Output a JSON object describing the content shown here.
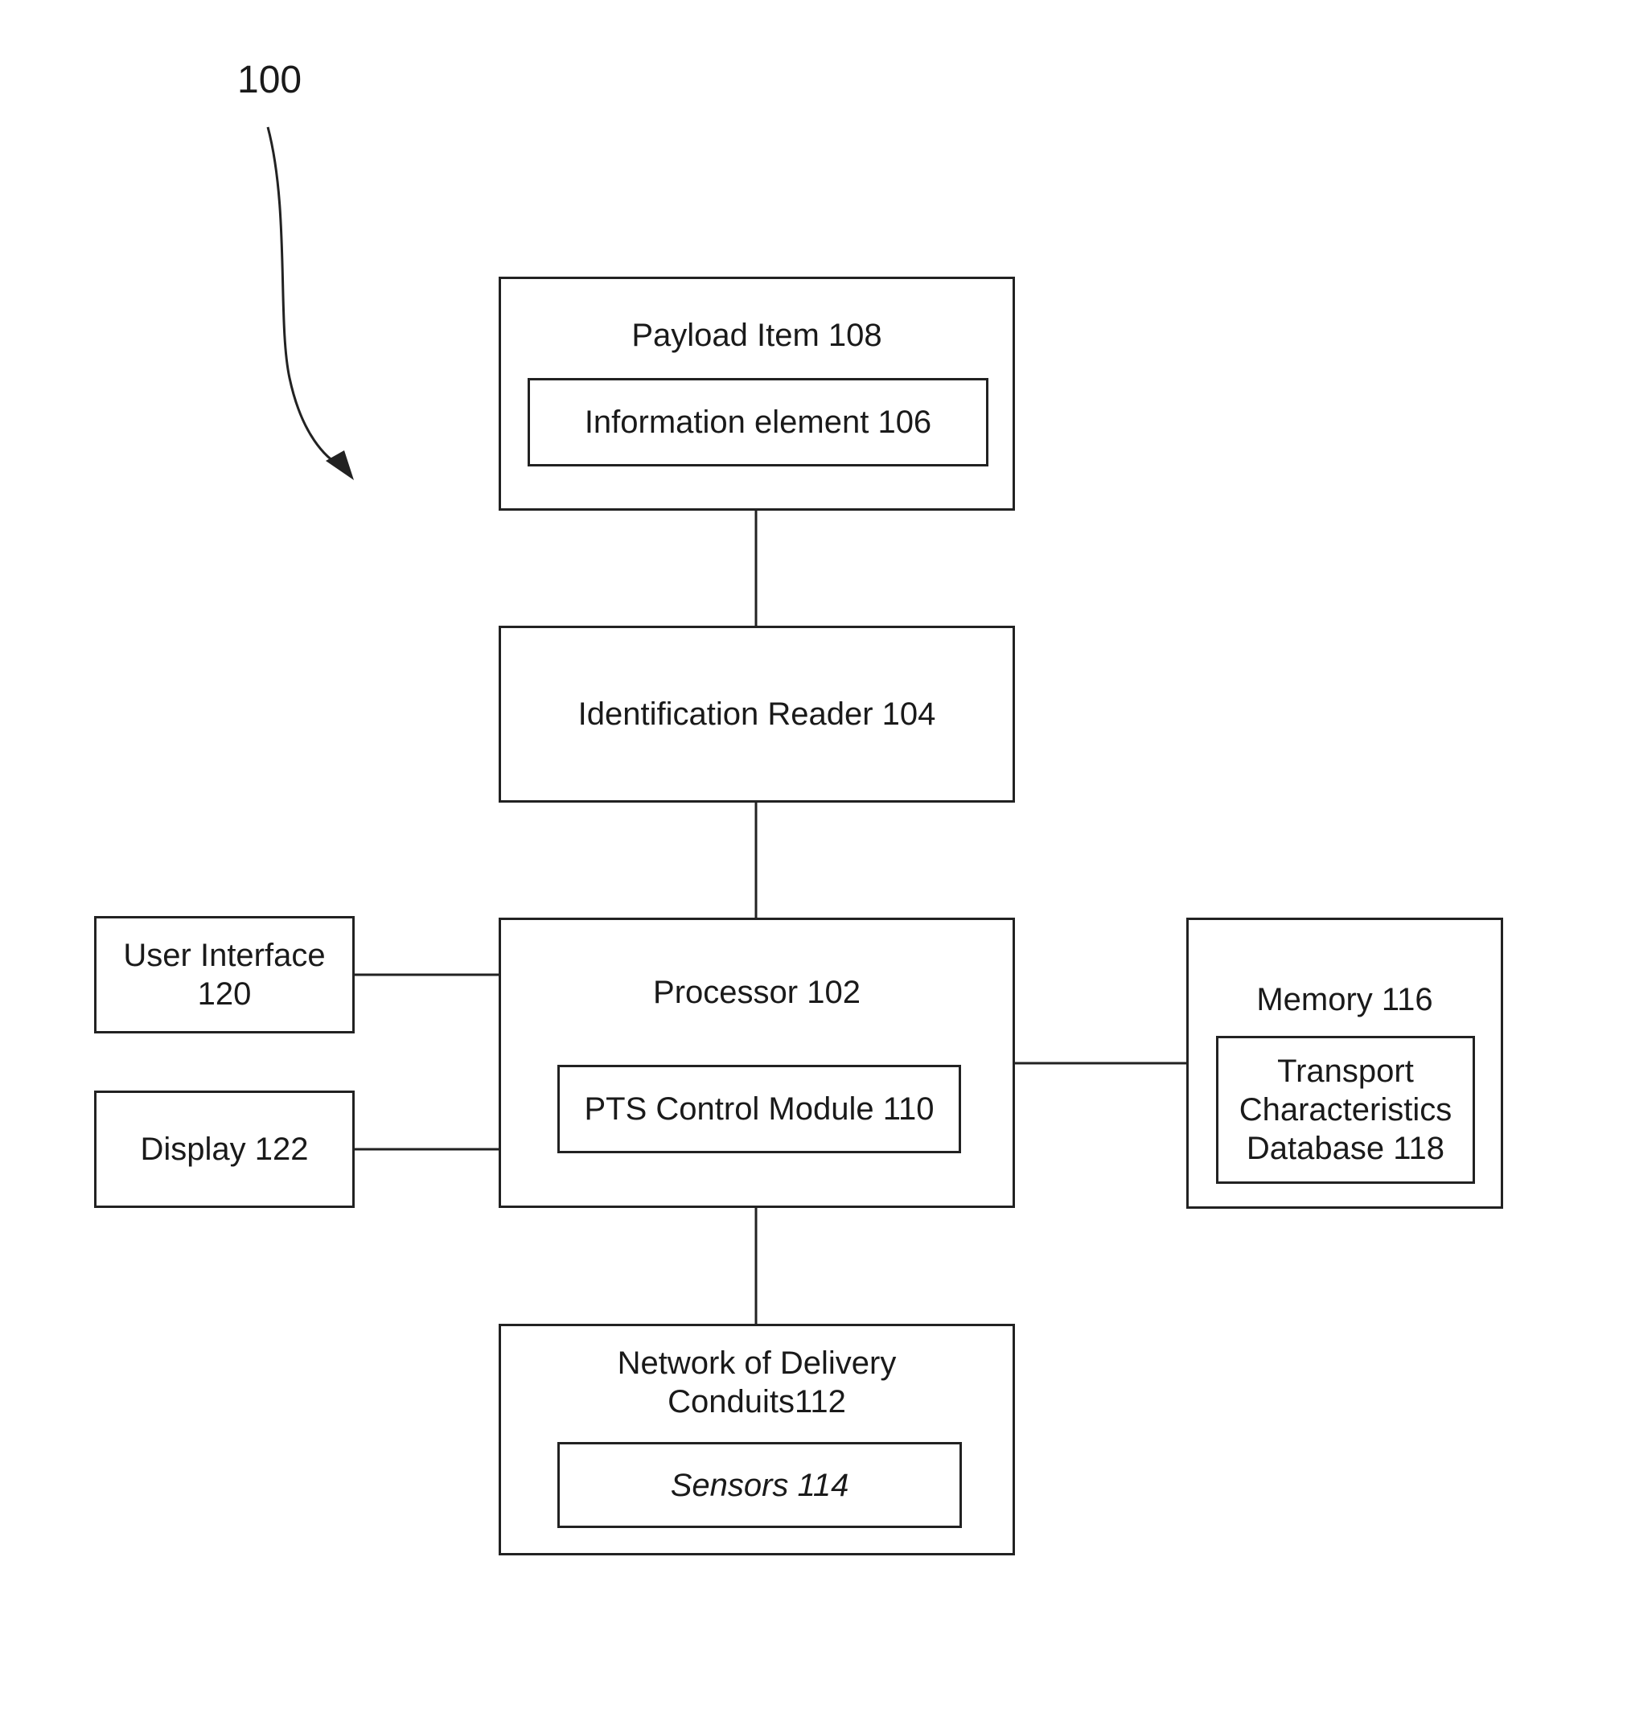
{
  "figure": {
    "reference": "100"
  },
  "blocks": {
    "payload_item": {
      "label": "Payload Item 108"
    },
    "information_element": {
      "label": "Information element 106"
    },
    "identification_reader": {
      "label": "Identification Reader 104"
    },
    "processor": {
      "label": "Processor 102"
    },
    "pts_control_module": {
      "label": "PTS Control Module 110"
    },
    "user_interface": {
      "label": "User Interface\n120"
    },
    "display": {
      "label": "Display 122"
    },
    "memory": {
      "label": "Memory 116"
    },
    "transport_db": {
      "label": "Transport\nCharacteristics\nDatabase 118"
    },
    "network": {
      "label": "Network of Delivery\nConduits112"
    },
    "sensors": {
      "label": "Sensors 114"
    }
  }
}
